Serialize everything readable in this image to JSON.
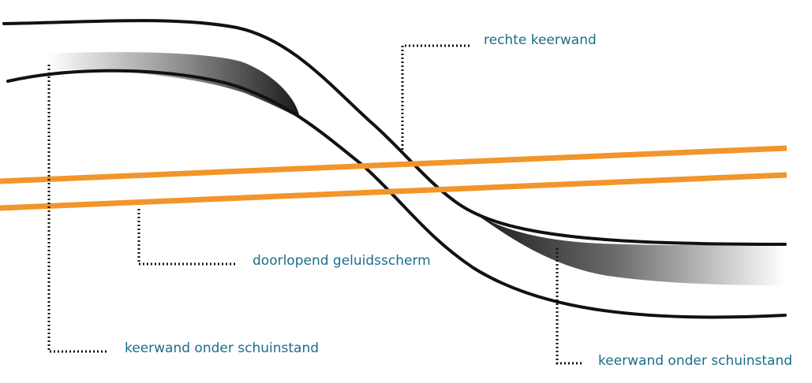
{
  "labels": {
    "right_wall": "rechte keerwand",
    "noise_barrier": "doorlopend geluidsscherm",
    "inclined_wall_left": "keerwand onder schuinstand",
    "inclined_wall_right": "keerwand onder schuinstand"
  },
  "colors": {
    "road_edge": "#111111",
    "noise_barrier": "#f2952a",
    "label_text": "#1a6e8a",
    "leader_line": "#111111",
    "shadow_dark": "#1a1a1a",
    "shadow_light": "#ffffff"
  }
}
